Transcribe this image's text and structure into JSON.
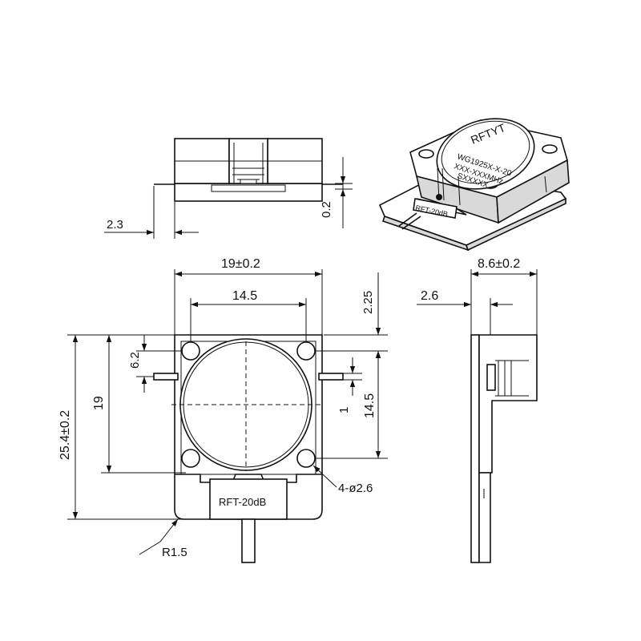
{
  "dimensions": {
    "lead_offset": "2.3",
    "base_thickness": "0.2",
    "body_width": "19±0.2",
    "hole_spacing_x": "14.5",
    "hole_inset_top": "2.25",
    "height_side": "8.6±0.2",
    "side_tab": "2.6",
    "tab_offset": "6.2",
    "total_height": "25.4±0.2",
    "hole_spacing_y_left": "19",
    "hole_spacing_y_right": "14.5",
    "lead_width": "1",
    "holes": "4-ø2.6",
    "corner_radius": "R1.5"
  },
  "labels": {
    "front_label": "RFT-20dB",
    "iso_brand": "RFTYT",
    "iso_line1": "WG1925X-X-20",
    "iso_line2": "XXX-XXXMHz",
    "iso_line3": "SXXXXX",
    "iso_tab": "RFT-20dB"
  }
}
